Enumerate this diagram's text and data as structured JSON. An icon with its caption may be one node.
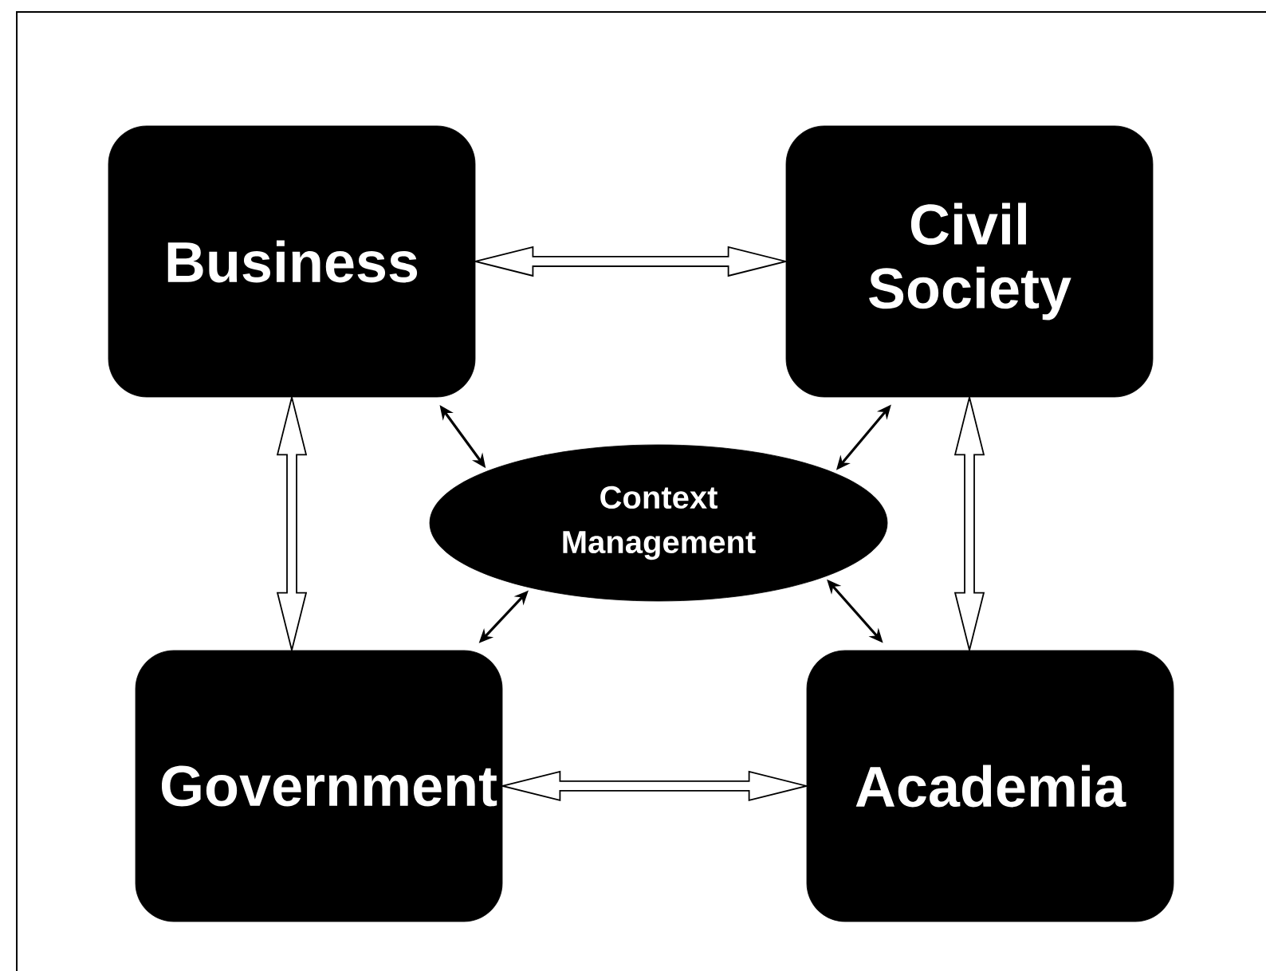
{
  "diagram": {
    "nodes": [
      {
        "text": [
          "Business"
        ]
      },
      {
        "text": [
          "Civil Society"
        ]
      },
      {
        "text": [
          "Context Management"
        ]
      },
      {
        "text": [
          "Government"
        ]
      },
      {
        "text": [
          "Academia"
        ]
      }
    ],
    "edges": [
      {
        "from": 0,
        "to": 1,
        "arrow": "both",
        "style": "thick"
      },
      {
        "from": 0,
        "to": 3,
        "arrow": "both",
        "style": "thick"
      },
      {
        "from": 1,
        "to": 4,
        "arrow": "both",
        "style": "thick"
      },
      {
        "from": 3,
        "to": 4,
        "arrow": "both",
        "style": "thick"
      },
      {
        "from": 0,
        "to": 2,
        "arrow": "both"
      },
      {
        "from": 1,
        "to": 2,
        "arrow": "both"
      },
      {
        "from": 3,
        "to": 2,
        "arrow": "both"
      },
      {
        "from": 4,
        "to": 2,
        "arrow": "both"
      }
    ]
  }
}
